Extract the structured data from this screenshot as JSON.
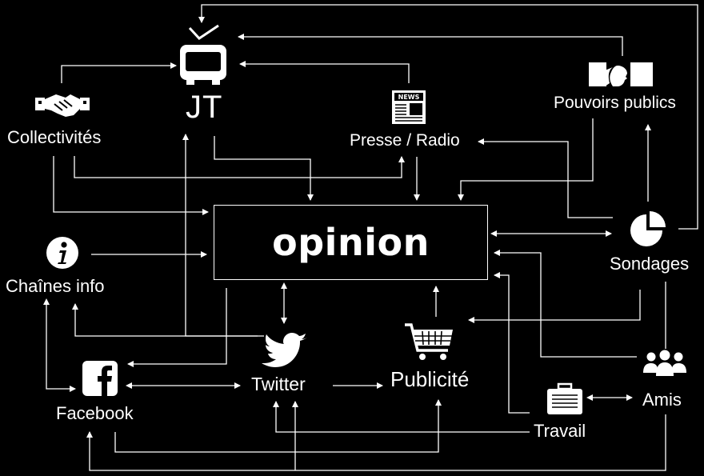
{
  "diagram": {
    "center": "opinion",
    "nodes": {
      "jt": "JT",
      "collectivites": "Collectivités",
      "presse_radio": "Presse / Radio",
      "pouvoirs_publics": "Pouvoirs publics",
      "chaines_info": "Chaînes info",
      "sondages": "Sondages",
      "facebook": "Facebook",
      "twitter": "Twitter",
      "publicite": "Publicité",
      "amis": "Amis",
      "travail": "Travail"
    },
    "icons": {
      "jt": "tv-icon",
      "collectivites": "handshake-icon",
      "presse_radio": "newspaper-icon",
      "presse_badge": "NEWS",
      "pouvoirs_publics": "marianne-icon",
      "chaines_info": "info-icon",
      "sondages": "pie-chart-icon",
      "facebook": "facebook-icon",
      "twitter": "twitter-bird-icon",
      "publicite": "shopping-cart-icon",
      "amis": "group-icon",
      "travail": "briefcase-icon"
    },
    "colors": {
      "background": "#000000",
      "foreground": "#ffffff"
    }
  }
}
